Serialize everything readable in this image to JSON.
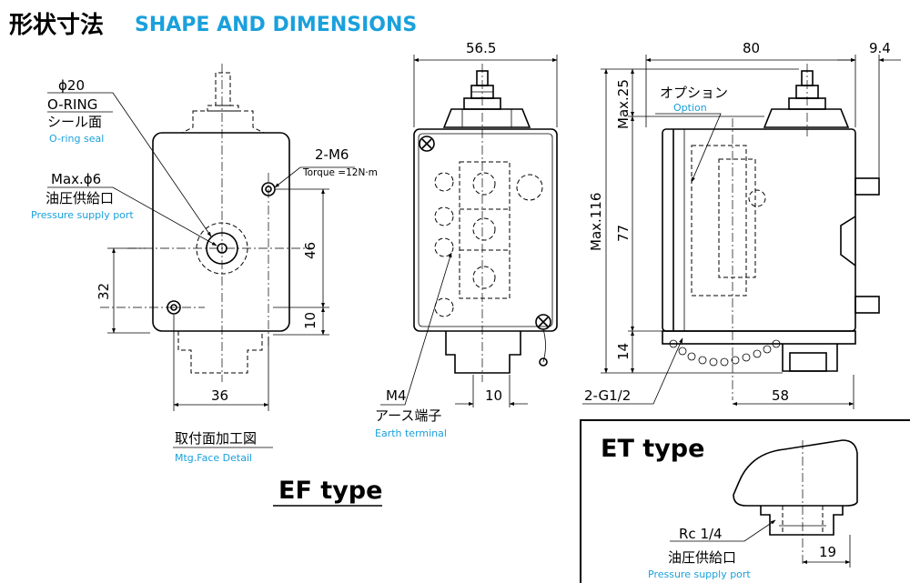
{
  "header": {
    "title_jp": "形状寸法",
    "title_en": "SHAPE AND DIMENSIONS"
  },
  "mounting_face": {
    "phi20": "ϕ20",
    "oring": "O-RING",
    "oring_jp": "シール面",
    "oring_en": "O-ring seal",
    "max_phi6": "Max.ϕ6",
    "supply_jp": "油圧供給口",
    "supply_en": "Pressure supply port",
    "m6": "2-M6",
    "torque": "Torque =12N·m",
    "dim_46": "46",
    "dim_32": "32",
    "dim_10": "10",
    "dim_36": "36",
    "caption_jp": "取付面加工図",
    "caption_en": "Mtg.Face Detail"
  },
  "front_view": {
    "dim_565": "56.5",
    "m4": "M4",
    "earth_jp": "アース端子",
    "earth_en": "Earth terminal",
    "dim_10": "10"
  },
  "side_view": {
    "dim_80": "80",
    "dim_94": "9.4",
    "max25": "Max.25",
    "option_jp": "オプション",
    "option_en": "Option",
    "max116": "Max.116",
    "dim_77": "77",
    "dim_14": "14",
    "g12": "2-G1/2",
    "dim_58": "58"
  },
  "ef_type": "EF type",
  "et_box": {
    "label": "ET type",
    "rc": "Rc 1/4",
    "supply_jp": "油圧供給口",
    "supply_en": "Pressure supply port",
    "dim_19": "19"
  },
  "colors": {
    "accent": "#1aa0dc",
    "line": "#000000"
  }
}
